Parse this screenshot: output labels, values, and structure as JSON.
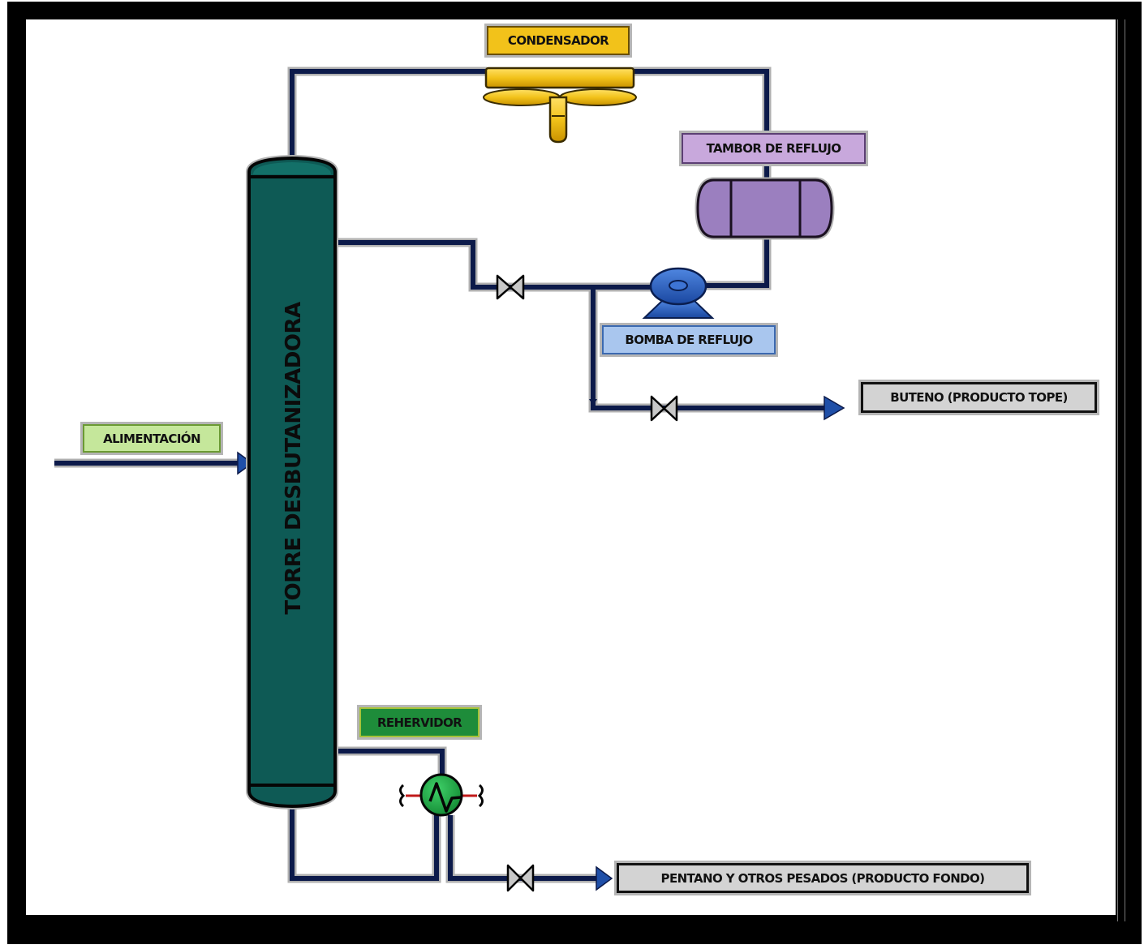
{
  "diagram": {
    "title": "Torre desbutanizadora - diagrama de proceso",
    "colors": {
      "pipe": "#0c1a4a",
      "tower": "#0e5a55",
      "condenser": "#f2c21a",
      "reflux_drum": "#9b7fbf",
      "pump": "#1f56b8",
      "reboiler": "#1ea844",
      "frame": "#000000"
    }
  },
  "equipment": {
    "tower": {
      "label": "TORRE DESBUTANIZADORA"
    },
    "condenser": {
      "label": "CONDENSADOR"
    },
    "reflux_drum": {
      "label": "TAMBOR  DE REFLUJO"
    },
    "reflux_pump": {
      "label": "BOMBA DE REFLUJO"
    },
    "reboiler": {
      "label": "REHERVIDOR"
    }
  },
  "streams": {
    "feed": {
      "label": "ALIMENTACIÓN"
    },
    "top_product": {
      "label": "BUTENO  (PRODUCTO TOPE)"
    },
    "bottom_product": {
      "label": "PENTANO  Y OTROS  PESADOS (PRODUCTO FONDO)"
    }
  },
  "icons": {
    "valve": "gate-valve-icon",
    "arrow": "flow-arrow-icon",
    "pump": "centrifugal-pump-icon",
    "heat_exchanger": "heat-exchanger-icon"
  }
}
